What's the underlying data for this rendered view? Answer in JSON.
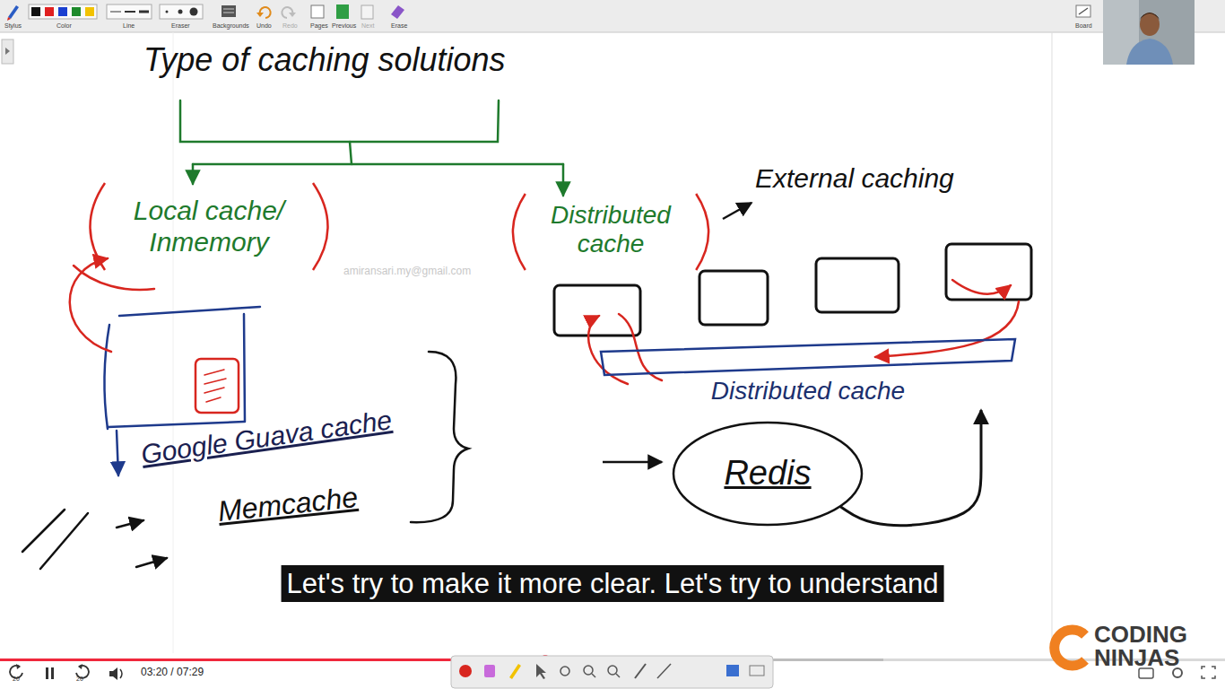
{
  "diagram": {
    "title": "Type of caching solutions",
    "caption": "Let's try to make it more clear. Let's try to understand",
    "nodes": [
      {
        "text": [
          "Local cache/ Inmemory"
        ]
      },
      {
        "text": [
          "Distributed cache"
        ]
      },
      {
        "text": [
          "Distributed cache"
        ]
      },
      {
        "text": [
          "Redis"
        ]
      }
    ],
    "edges": [
      {
        "from": 3,
        "to": 2,
        "arrow": "to"
      }
    ],
    "labels": [
      "External caching",
      "Google Guava cache",
      "Memcache",
      "amiransari.my@gmail.com",
      "Stylus",
      "Color",
      "Line",
      "Eraser",
      "Backgrounds",
      "Undo",
      "Redo",
      "Pages",
      "Previous",
      "Next",
      "Erase",
      "Board",
      "20",
      "20",
      "03:20 / 07:29",
      "CODING NINJAS"
    ]
  }
}
